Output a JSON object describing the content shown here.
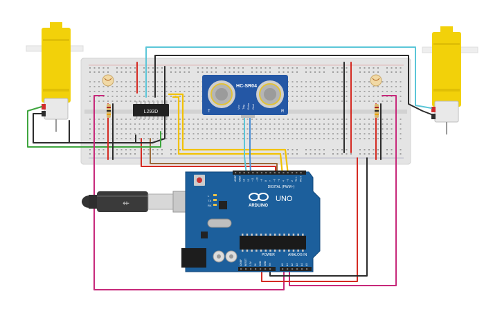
{
  "components": {
    "driver_ic": {
      "label": "L293D"
    },
    "sensor": {
      "label": "HC-SR04",
      "pin_labels": [
        "Vcc",
        "Trig",
        "Echo",
        "Gnd"
      ],
      "left_mark": "T",
      "right_mark": "R"
    },
    "arduino": {
      "brand": "ARDUINO",
      "model": "UNO",
      "digital_header": "DIGITAL (PWM~)",
      "power_header": "POWER",
      "analog_header": "ANALOG IN",
      "leds": [
        "L",
        "TX",
        "RX"
      ],
      "top_pins": [
        "AREF",
        "GND",
        "13",
        "12",
        "~11",
        "~10",
        "~9",
        "8",
        "7",
        "~6",
        "~5",
        "4",
        "~3",
        "2",
        "TX 1",
        "RX 0"
      ],
      "power_pins": [
        "IOREF",
        "RESET",
        "3.3V",
        "5V",
        "GND",
        "GND",
        "Vin"
      ],
      "analog_pins": [
        "A0",
        "A1",
        "A2",
        "A3",
        "A4",
        "A5"
      ]
    }
  },
  "colors": {
    "board": "#1c5f9c",
    "breadboard": "#e6e6e6",
    "motor": "#f2d10a",
    "wire_red": "#d42a22",
    "wire_black": "#2b2b2b",
    "wire_yellow": "#f2c200",
    "wire_cyan": "#5bc6d8",
    "wire_pink": "#c7287a",
    "wire_green": "#3fa63f",
    "wire_brown": "#9a6a3a"
  }
}
